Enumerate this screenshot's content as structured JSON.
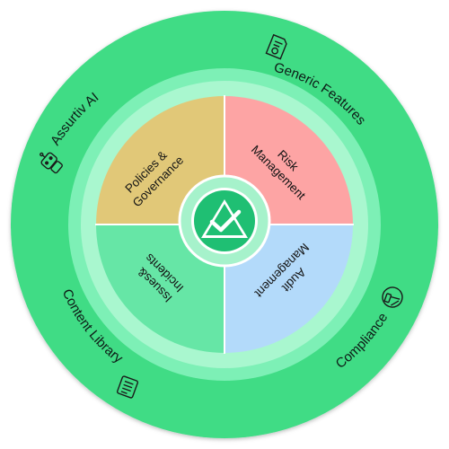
{
  "diagram": {
    "colors": {
      "outer_ring": "#3fdc85",
      "middle_ring": "#7df0b6",
      "inner_disc": "#a9f7cf",
      "policies": "#e1c878",
      "risk": "#fda4a4",
      "audit": "#b3dafa",
      "issues": "#66e6a6",
      "center_badge": "#1fbf73"
    },
    "outer_labels": {
      "generic_features": "Generic Features",
      "compliance": "Compliance",
      "content_library": "Content Library",
      "assurtiv_ai": "Assurtiv  AI"
    },
    "icons": {
      "generic_features": "certificate-icon",
      "compliance": "gavel-icon",
      "content_library": "document-list-icon",
      "assurtiv_ai": "robot-icon",
      "center": "mountain-check-logo-icon"
    },
    "quadrants": {
      "policies": {
        "line1": "Policies &",
        "line2": "Governance"
      },
      "risk": {
        "line1": "Risk",
        "line2": "Management"
      },
      "audit": {
        "line1": "Audit",
        "line2": "Management"
      },
      "issues": {
        "line1": "Issues&",
        "line2": "Incidents"
      }
    }
  }
}
